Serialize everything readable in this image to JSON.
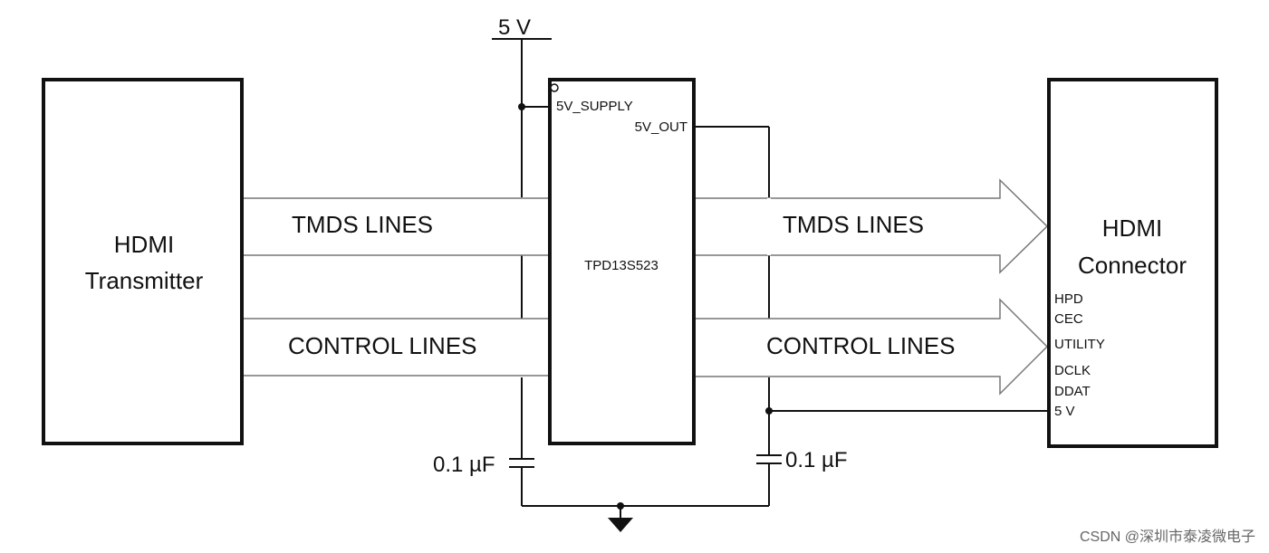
{
  "supply_label": "5 V",
  "transmitter": {
    "line1": "HDMI",
    "line2": "Transmitter"
  },
  "chip": {
    "name": "TPD13S523",
    "pin_supply": "5V_SUPPLY",
    "pin_out": "5V_OUT"
  },
  "connector": {
    "line1": "HDMI",
    "line2": "Connector",
    "pins": [
      "HPD",
      "CEC",
      "UTILITY",
      "DCLK",
      "DDAT",
      "5 V"
    ]
  },
  "buses": {
    "tmds_left": "TMDS LINES",
    "control_left": "CONTROL LINES",
    "tmds_right": "TMDS LINES",
    "control_right": "CONTROL LINES"
  },
  "capacitors": {
    "left": "0.1 µF",
    "right": "0.1 µF"
  },
  "watermark": "CSDN @深圳市泰凌微电子",
  "colors": {
    "line": "#111111",
    "bus_fill": "#ffffff",
    "bus_stroke": "#777777"
  }
}
